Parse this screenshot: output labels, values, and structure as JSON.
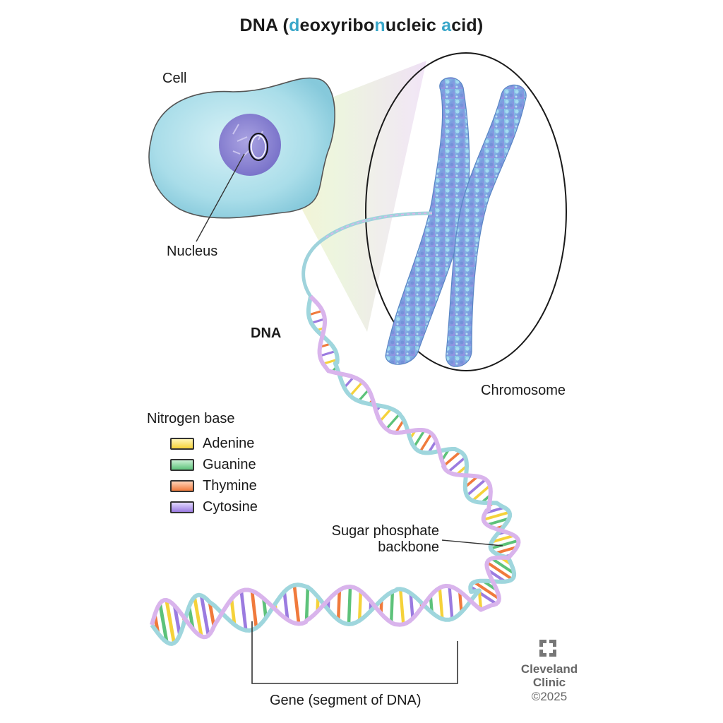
{
  "title": {
    "prefix": "DNA (",
    "d": "d",
    "part1": "eoxyribo",
    "n": "n",
    "part2": "ucleic ",
    "a": "a",
    "part3": "cid)"
  },
  "labels": {
    "cell": "Cell",
    "nucleus": "Nucleus",
    "dna": "DNA",
    "chromosome": "Chromosome",
    "sugar_line1": "Sugar phosphate",
    "sugar_line2": "backbone",
    "gene": "Gene (segment of DNA)"
  },
  "legend": {
    "title": "Nitrogen base",
    "items": [
      {
        "label": "Adenine",
        "color": "#f5d23a"
      },
      {
        "label": "Guanine",
        "color": "#5dc27a"
      },
      {
        "label": "Thymine",
        "color": "#f07a3c"
      },
      {
        "label": "Cytosine",
        "color": "#9b7be0"
      }
    ]
  },
  "brand": {
    "line1": "Cleveland",
    "line2": "Clinic",
    "copyright": "©2025"
  }
}
